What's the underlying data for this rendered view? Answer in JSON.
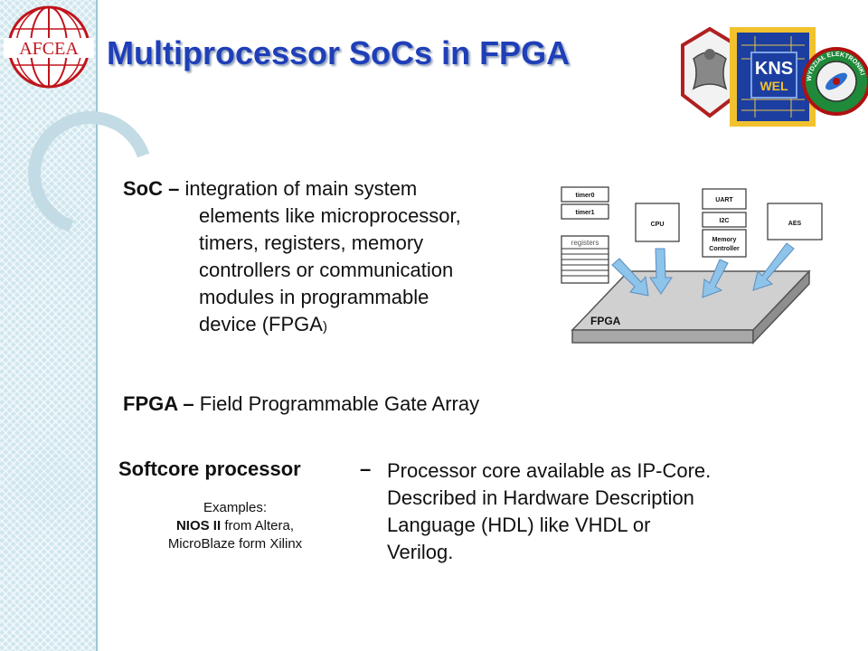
{
  "slide": {
    "title": "Multiprocessor SoCs in FPGA",
    "logo_left_text": "AFCEA",
    "logo_right_text_1": "KNS",
    "logo_right_text_2": "WEL",
    "logo_right_ring_text": "WYDZIAŁ ELEKTRONIKI"
  },
  "soc": {
    "term": "SoC –",
    "line1": " integration of main system",
    "line2": "elements like microprocessor,",
    "line3": "timers, registers, memory",
    "line4": "controllers or communication",
    "line5": "modules in programmable",
    "line6": "device (FPGA",
    "line6_tail": ")"
  },
  "fpga": {
    "term": "FPGA –",
    "definition": " Field Programmable Gate Array"
  },
  "softcore": {
    "term": "Softcore processor",
    "dash": "–",
    "desc_line1": "Processor core available as IP-Core.",
    "desc_line2": "Described in Hardware Description",
    "desc_line3": "Language (HDL) like VHDL or",
    "desc_line4": "Verilog."
  },
  "examples": {
    "heading": "Examples:",
    "ex1_bold": "NIOS II",
    "ex1_rest": " from Altera,",
    "ex2": "MicroBlaze form Xilinx"
  },
  "diagram": {
    "timer0": "timer0",
    "timer1": "timer1",
    "registers": "registers",
    "cpu": "CPU",
    "uart": "UART",
    "i2c": "I2C",
    "memory_line1": "Memory",
    "memory_line2": "Controller",
    "aes": "AES",
    "fpga": "FPGA"
  },
  "colors": {
    "title": "#1f3fb8",
    "arrow": "#8ec3ea",
    "strip": "#cfe6ee"
  }
}
